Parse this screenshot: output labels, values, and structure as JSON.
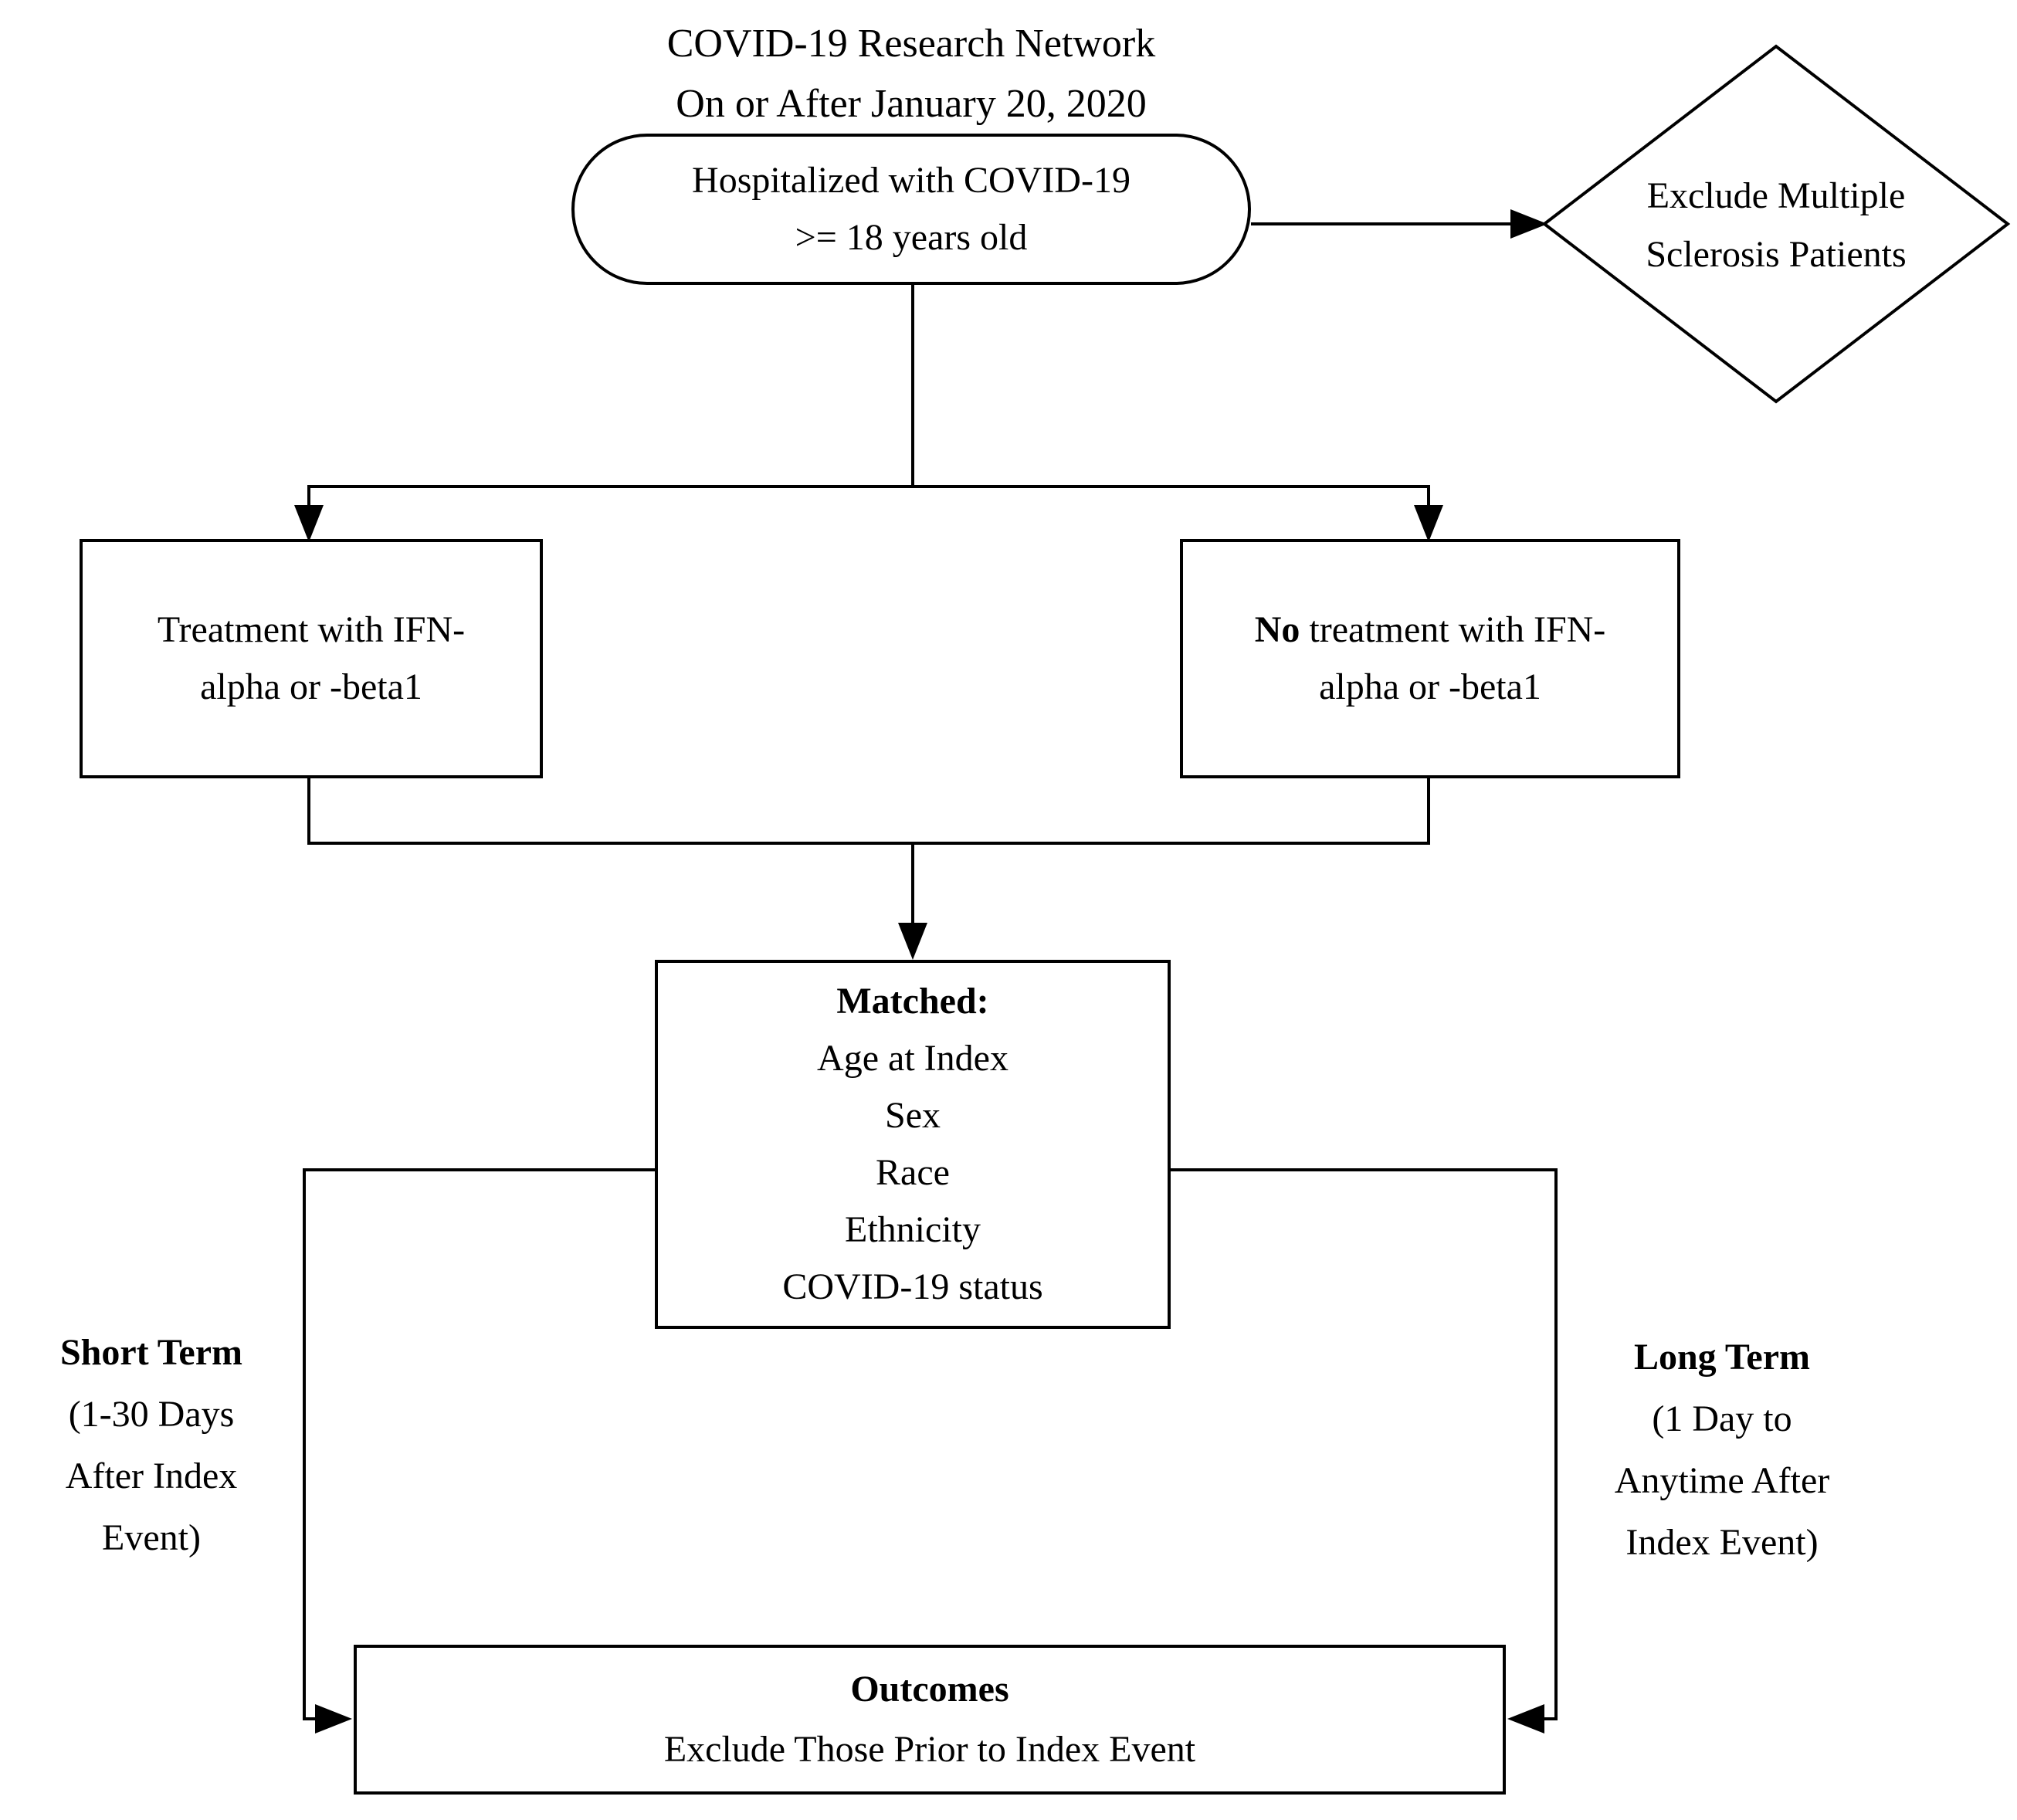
{
  "diagram": {
    "title": {
      "line1": "COVID-19 Research Network",
      "line2": "On or After January 20, 2020"
    },
    "nodes": {
      "eligibility": {
        "line1": "Hospitalized with COVID-19",
        "line2": ">= 18 years old"
      },
      "exclusion": {
        "line1": "Exclude Multiple",
        "line2": "Sclerosis Patients"
      },
      "treatment": {
        "line1": "Treatment with IFN-",
        "line2": "alpha or -beta1"
      },
      "no_treatment": {
        "emphasis": "No",
        "line1_rest": "treatment with IFN-",
        "line2": "alpha or -beta1"
      },
      "matched": {
        "heading": "Matched:",
        "items": [
          "Age at Index",
          "Sex",
          "Race",
          "Ethnicity",
          "COVID-19 status"
        ]
      },
      "outcomes": {
        "heading": "Outcomes",
        "line2": "Exclude Those Prior to Index Event"
      }
    },
    "labels": {
      "short_term": {
        "heading": "Short Term",
        "lines": [
          "(1-30 Days",
          "After Index",
          "Event)"
        ]
      },
      "long_term": {
        "heading": "Long Term",
        "lines": [
          "(1 Day to",
          "Anytime After",
          "Index Event)"
        ]
      }
    },
    "colors": {
      "line": "#000000",
      "background": "#ffffff",
      "text": "#000000"
    }
  }
}
